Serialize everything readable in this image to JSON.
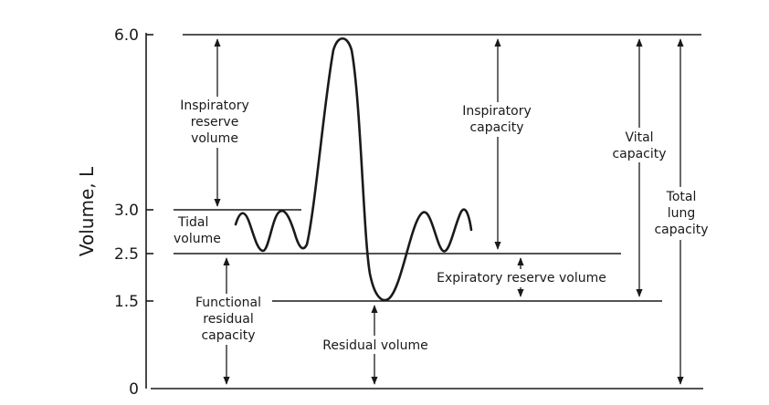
{
  "axis": {
    "ylabel": "Volume, L",
    "ticks": [
      "6.0",
      "3.0",
      "2.5",
      "1.5",
      "0"
    ]
  },
  "labels": {
    "irv": [
      "Inspiratory",
      "reserve",
      "volume"
    ],
    "tidal": [
      "Tidal",
      "volume"
    ],
    "frc": [
      "Functional",
      "residual",
      "capacity"
    ],
    "residual": "Residual volume",
    "ic": [
      "Inspiratory",
      "capacity"
    ],
    "erv": "Expiratory reserve volume",
    "vc": [
      "Vital",
      "capacity"
    ],
    "tlc": [
      "Total",
      "lung",
      "capacity"
    ]
  }
}
